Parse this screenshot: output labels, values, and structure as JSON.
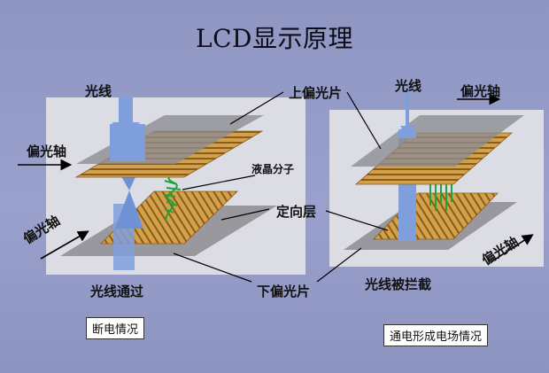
{
  "title": "LCD显示原理",
  "labels": {
    "light_left": "光线",
    "light_right": "光线",
    "upper_polarizer": "上偏光片",
    "liquid_crystal": "液晶分子",
    "alignment_layer": "定向层",
    "lower_polarizer": "下偏光片",
    "pol_axis_left_top": "偏光轴",
    "pol_axis_left_bottom": "偏光轴",
    "pol_axis_right_top": "偏光轴",
    "pol_axis_right_bottom": "偏光轴",
    "light_passes": "光线通过",
    "light_blocked": "光线被拦截"
  },
  "captions": {
    "power_off": "断电情况",
    "power_on": "通电形成电场情况"
  },
  "colors": {
    "background": "#969cc8",
    "panel": "#d9d9e2",
    "polarizer": "#8c8c92",
    "alignment": "#cf9a3f",
    "light": "#7f9fdc",
    "crystal": "#1fa33a"
  }
}
